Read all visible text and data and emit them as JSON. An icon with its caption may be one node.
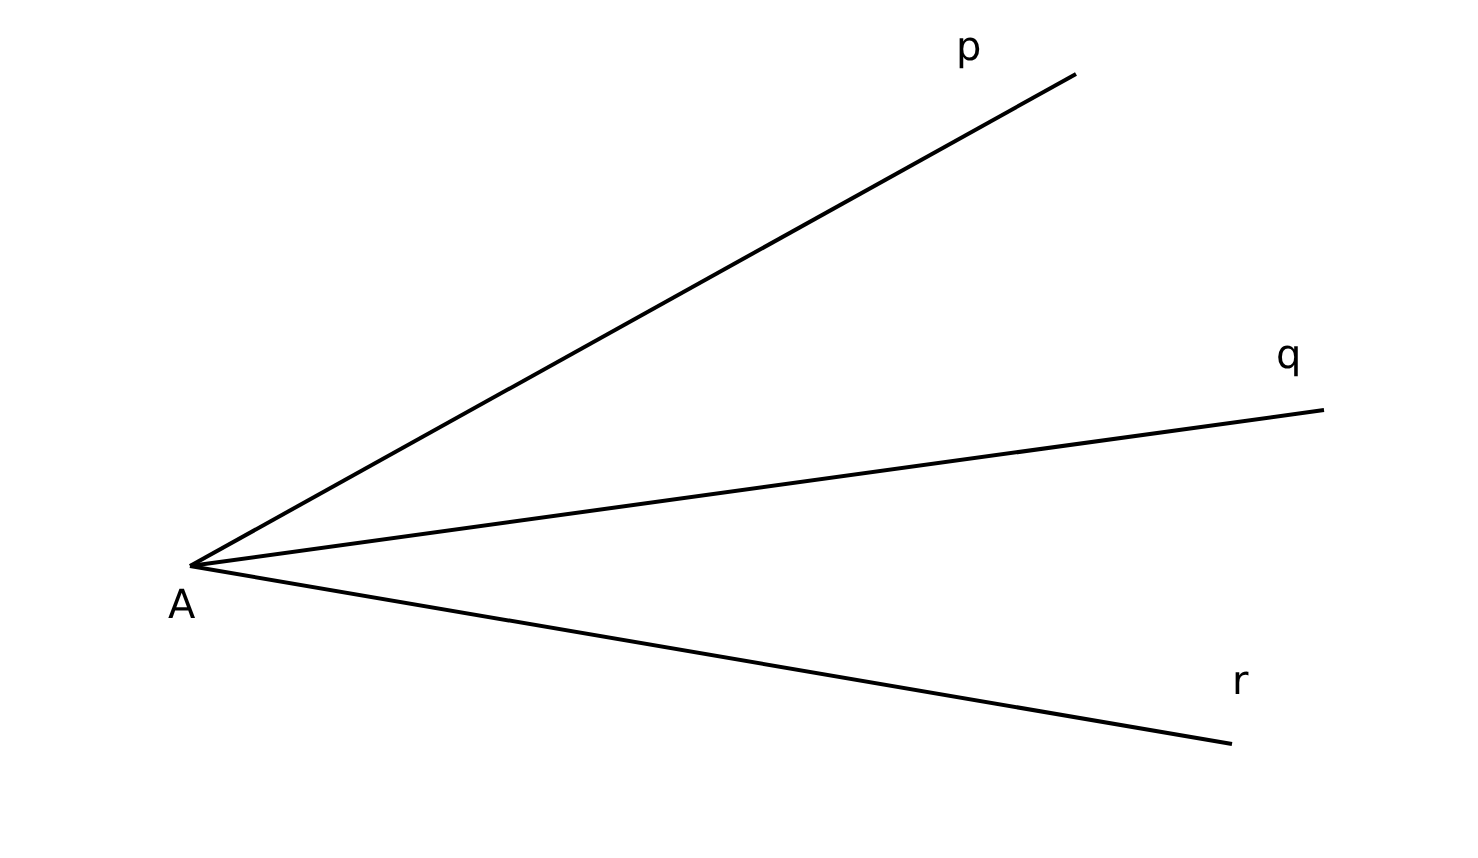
{
  "diagram": {
    "nodes": [
      {
        "text": [
          "A"
        ]
      },
      {
        "text": [
          "p"
        ]
      },
      {
        "text": [
          "q"
        ]
      },
      {
        "text": [
          "r"
        ]
      }
    ],
    "edges": [
      {
        "from": 0,
        "to": 1,
        "arrow": "none"
      },
      {
        "from": 0,
        "to": 2,
        "arrow": "none"
      },
      {
        "from": 0,
        "to": 3,
        "arrow": "none"
      }
    ]
  }
}
